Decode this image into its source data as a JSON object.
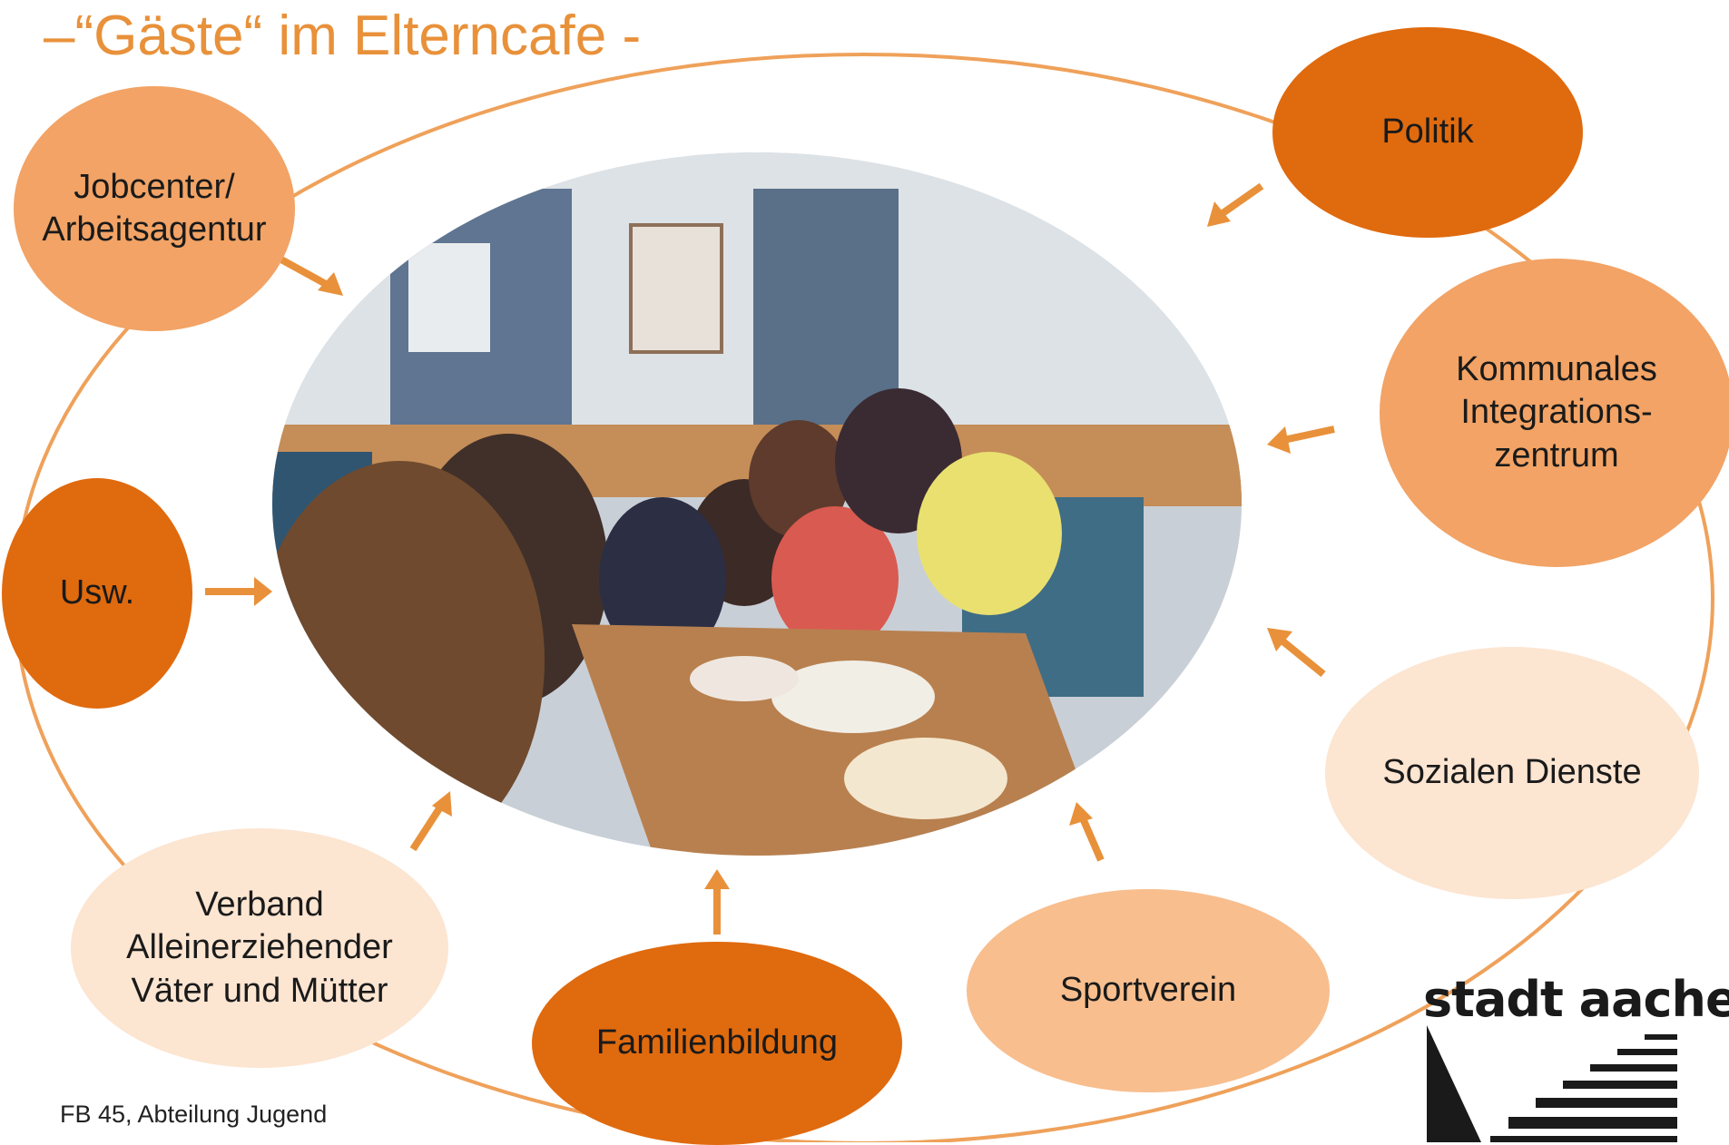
{
  "title": "–“Gäste“ im Elterncafe -",
  "nodes": {
    "politik": "Politik",
    "jobcenter": "Jobcenter/\nArbeitsagentur",
    "kommunales": "Kommunales\nIntegrations-\nzentrum",
    "usw": "Usw.",
    "sozialen": "Sozialen Dienste",
    "verband": "Verband\nAlleinerziehender\nVäter und Mütter",
    "familienbildung": "Familienbildung",
    "sportverein": "Sportverein"
  },
  "footer": "FB 45, Abteilung Jugend",
  "logo": "stadt aachen",
  "colors": {
    "accent": "#E8913A",
    "dark_node": "#E06A0E",
    "mid_node": "#F2A365",
    "light_node": "#F8BE8E",
    "pale_node": "#FCE5D1"
  }
}
